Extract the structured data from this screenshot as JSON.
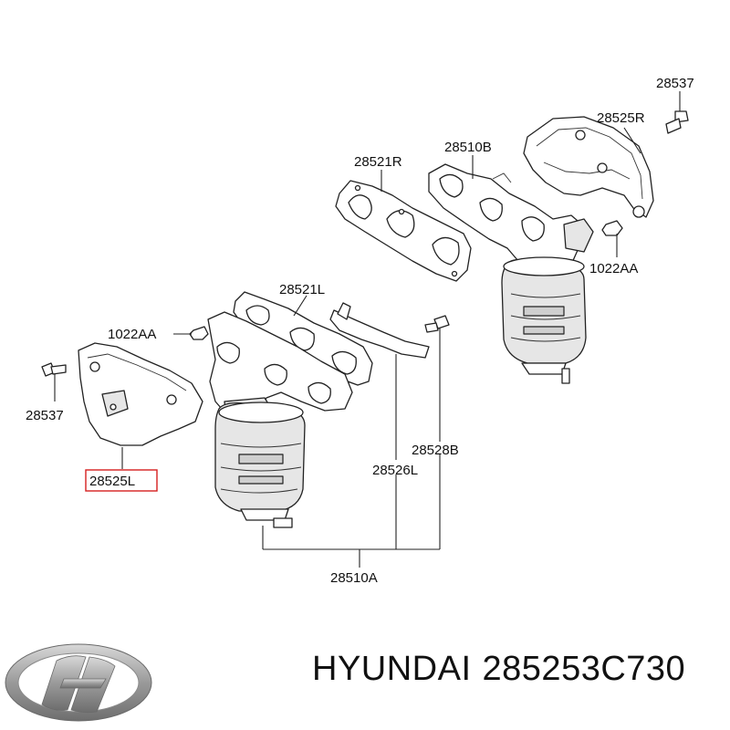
{
  "labels": {
    "bolt_right": "28537",
    "heat_shield_right": "28525R",
    "manifold_right": "28510B",
    "gasket_right": "28521R",
    "nut_right": "1022AA",
    "gasket_left": "28521L",
    "nut_left": "1022AA",
    "bolt_left": "28537",
    "heat_shield_left": "28525L",
    "stay_bolt": "28528B",
    "stay": "28526L",
    "manifold_left": "28510A"
  },
  "highlighted_part": "28525L",
  "footer": {
    "brand": "HYUNDAI",
    "part_number": "285253C730"
  },
  "colors": {
    "highlight": "#d62020",
    "logo": "#9a9a9a"
  }
}
